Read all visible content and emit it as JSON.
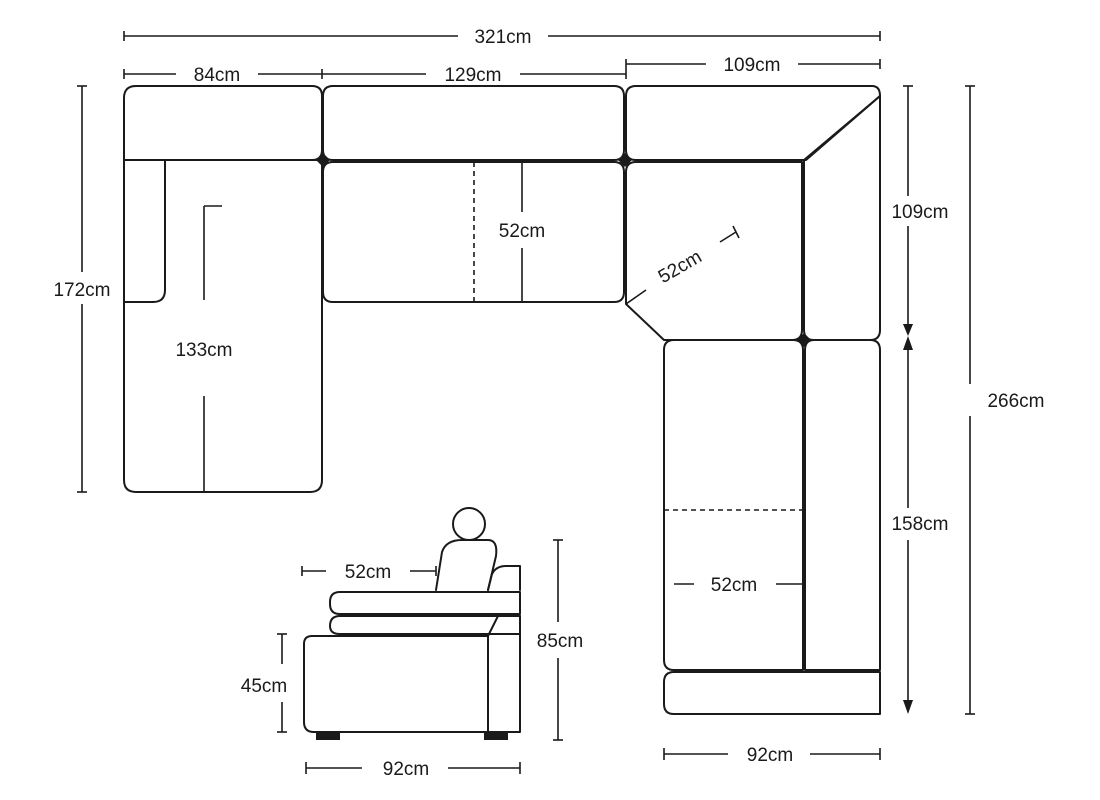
{
  "labels": {
    "total_width": "321cm",
    "left_section_width": "84cm",
    "middle_section_width": "129cm",
    "corner_width": "109cm",
    "left_depth": "172cm",
    "chaise_length": "133cm",
    "seat_depth_middle": "52cm",
    "seat_depth_corner": "52cm",
    "corner_depth": "109cm",
    "right_total_depth": "266cm",
    "right_section_length": "158cm",
    "seat_depth_right": "52cm",
    "bottom_depth": "92cm",
    "side_seat_depth": "52cm",
    "side_total_height": "85cm",
    "side_seat_height": "45cm",
    "side_depth": "92cm"
  }
}
